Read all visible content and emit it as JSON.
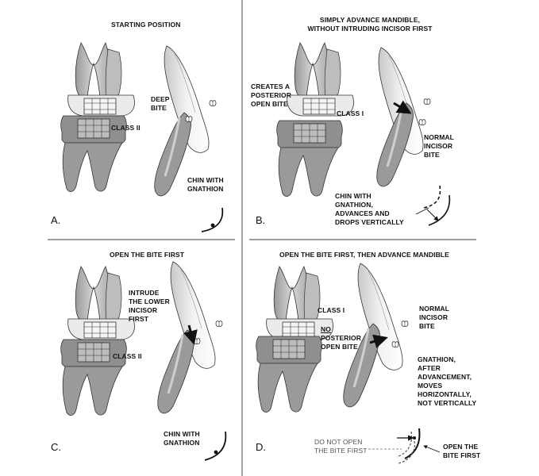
{
  "panels": {
    "a": {
      "letter": "A.",
      "title": "STARTING POSITION",
      "labels": {
        "deep_bite": "DEEP\nBITE",
        "class": "CLASS II",
        "chin": "CHIN WITH\nGNATHION"
      }
    },
    "b": {
      "letter": "B.",
      "title": "SIMPLY ADVANCE MANDIBLE,\nWITHOUT INTRUDING INCISOR FIRST",
      "labels": {
        "open_bite": "CREATES A\nPOSTERIOR\nOPEN BITE",
        "class": "CLASS I",
        "normal_bite": "NORMAL\nINCISOR\nBITE",
        "chin": "CHIN WITH\nGNATHION,\nADVANCES AND\nDROPS VERTICALLY"
      }
    },
    "c": {
      "letter": "C.",
      "title": "OPEN THE BITE FIRST",
      "labels": {
        "intrude": "INTRUDE\nTHE LOWER\nINCISOR\nFIRST",
        "class": "CLASS II",
        "chin": "CHIN WITH\nGNATHION"
      }
    },
    "d": {
      "letter": "D.",
      "title": "OPEN THE BITE FIRST, THEN ADVANCE MANDIBLE",
      "labels": {
        "class": "CLASS I",
        "no": "NO",
        "posterior": "POSTERIOR\nOPEN BITE",
        "normal_bite": "NORMAL\nINCISOR\nBITE",
        "gnathion": "GNATHION,\nAFTER\nADVANCEMENT,\nMOVES\nHORIZONTALLY,\nNOT VERTICALLY",
        "do_not": "DO NOT OPEN\nTHE BITE FIRST",
        "open_first": "OPEN THE\nBITE FIRST"
      }
    }
  },
  "colors": {
    "tooth_dark": "#8f8f8f",
    "tooth_light": "#cfcfcf",
    "bracket": "#e6e6e6",
    "outline": "#333333",
    "divider": "#666666"
  }
}
